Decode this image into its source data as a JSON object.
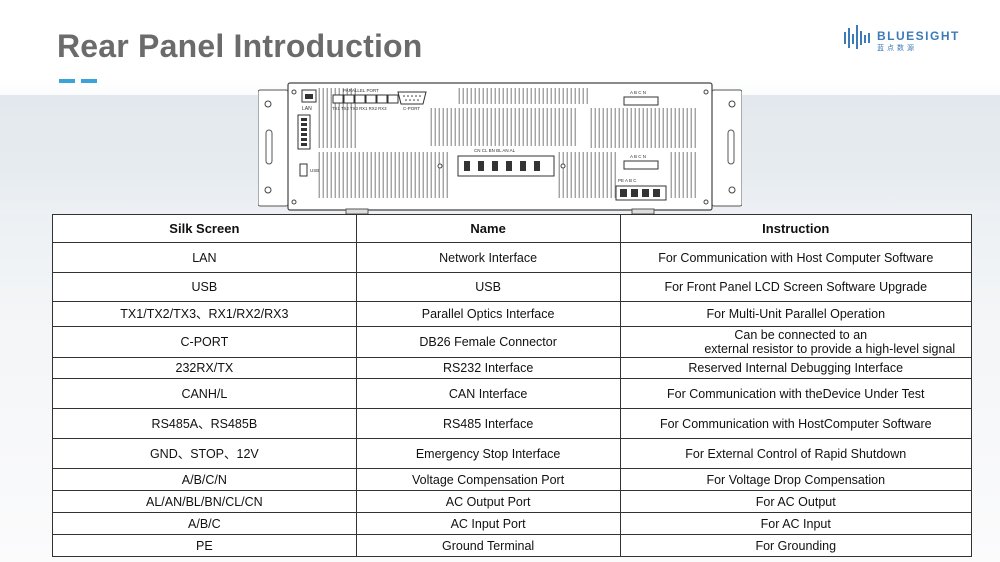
{
  "title": "Rear Panel Introduction",
  "logo": {
    "name": "BLUESIGHT",
    "sub": "蓝点数源"
  },
  "accent_color": "#3aa3d8",
  "panel_labels": {
    "lan": "LAN",
    "parallel_port": "PARALLEL PORT",
    "tx_rx": "TX1 TX2 TX3  RX1 RX2 RX3",
    "cport": "C-PORT",
    "abcn": "A  B  C  N",
    "ac_out": "CN  CL  BN   BL  AN  AL",
    "ac_in": "PE    A    B    C",
    "usb": "USB"
  },
  "table": {
    "headers": [
      "Silk Screen",
      "Name",
      "Instruction"
    ],
    "rows": [
      {
        "silk": "LAN",
        "name": "Network Interface",
        "instruction": "For Communication with Host Computer Software"
      },
      {
        "silk": "USB",
        "name": "USB",
        "instruction": "For Front Panel LCD Screen Software Upgrade"
      },
      {
        "silk": "TX1/TX2/TX3、RX1/RX2/RX3",
        "name": "Parallel Optics Interface",
        "instruction": "For Multi-Unit Parallel Operation"
      },
      {
        "silk": "C-PORT",
        "name": "DB26 Female Connector",
        "instruction_l1": "Can be connected to an",
        "instruction_l2": "external resistor to provide a high-level signal"
      },
      {
        "silk": "232RX/TX",
        "name": "RS232 Interface",
        "instruction": "Reserved Internal Debugging Interface"
      },
      {
        "silk": "CANH/L",
        "name": "CAN Interface",
        "instruction": "For Communication with theDevice Under Test"
      },
      {
        "silk": "RS485A、RS485B",
        "name": "RS485 Interface",
        "instruction": "For Communication with HostComputer Software"
      },
      {
        "silk": "GND、STOP、12V",
        "name": "Emergency Stop Interface",
        "instruction": "For External Control of Rapid Shutdown"
      },
      {
        "silk": "A/B/C/N",
        "name": "Voltage Compensation Port",
        "instruction": "For Voltage Drop Compensation"
      },
      {
        "silk": "AL/AN/BL/BN/CL/CN",
        "name": "AC Output Port",
        "instruction": "For AC Output"
      },
      {
        "silk": "A/B/C",
        "name": "AC Input Port",
        "instruction": "For AC Input"
      },
      {
        "silk": "PE",
        "name": "Ground Terminal",
        "instruction": "For Grounding"
      }
    ]
  }
}
